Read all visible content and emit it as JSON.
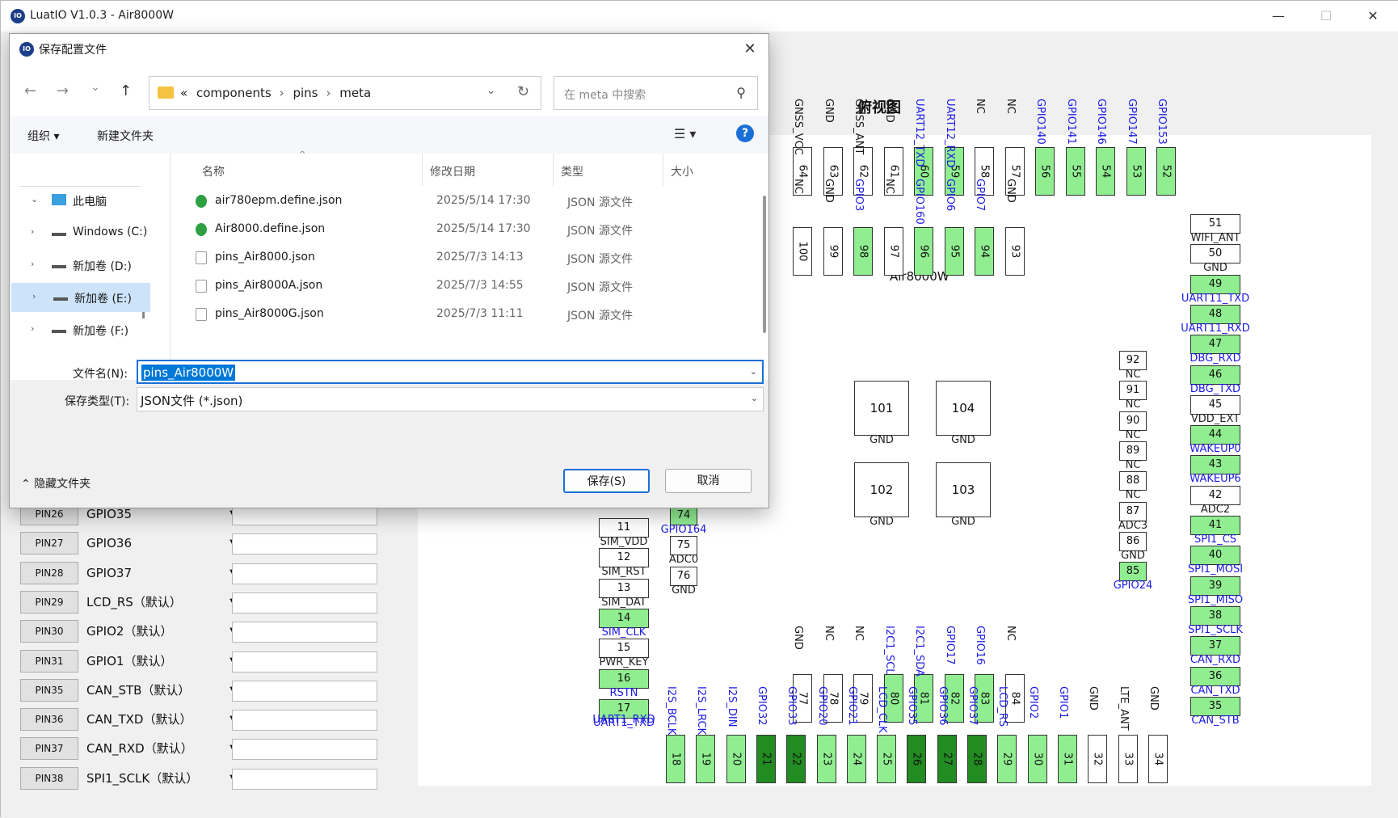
{
  "window": {
    "title": "LuatIO V1.0.3 - Air8000W",
    "minimize": "—",
    "maximize": "☐",
    "close": "✕",
    "icon_text": "IO"
  },
  "diagram": {
    "title": "俯视图",
    "chip_name": "Air8000W",
    "top_row": [
      {
        "num": "64",
        "label": "GNSS_VCC",
        "color": "white"
      },
      {
        "num": "63",
        "label": "GND",
        "color": "white"
      },
      {
        "num": "62",
        "label": "GNSS_ANT",
        "color": "white"
      },
      {
        "num": "61",
        "label": "GND",
        "color": "white"
      },
      {
        "num": "60",
        "label": "UART12_TXD",
        "color": "green"
      },
      {
        "num": "59",
        "label": "UART12_RXD",
        "color": "green"
      },
      {
        "num": "58",
        "label": "NC",
        "color": "white"
      },
      {
        "num": "57",
        "label": "NC",
        "color": "white"
      },
      {
        "num": "56",
        "label": "GPIO140",
        "color": "green"
      },
      {
        "num": "55",
        "label": "GPIO141",
        "color": "green"
      },
      {
        "num": "54",
        "label": "GPIO146",
        "color": "green"
      },
      {
        "num": "53",
        "label": "GPIO147",
        "color": "green"
      },
      {
        "num": "52",
        "label": "GPIO153",
        "color": "green"
      }
    ],
    "inner_top_row": [
      {
        "num": "100",
        "label": "NC",
        "color": "white"
      },
      {
        "num": "99",
        "label": "GND",
        "color": "white"
      },
      {
        "num": "98",
        "label": "GPIO3",
        "color": "green"
      },
      {
        "num": "97",
        "label": "NC",
        "color": "white"
      },
      {
        "num": "96",
        "label": "GPIO160",
        "color": "green"
      },
      {
        "num": "95",
        "label": "GPIO6",
        "color": "green"
      },
      {
        "num": "94",
        "label": "GPIO7",
        "color": "green"
      },
      {
        "num": "93",
        "label": "GND",
        "color": "white"
      }
    ],
    "right_col": [
      {
        "num": "51",
        "label": "WIFI_ANT",
        "color": "white"
      },
      {
        "num": "50",
        "label": "GND",
        "color": "white"
      },
      {
        "num": "49",
        "label": "UART11_TXD",
        "color": "green"
      },
      {
        "num": "48",
        "label": "UART11_RXD",
        "color": "green"
      },
      {
        "num": "47",
        "label": "DBG_RXD",
        "color": "green"
      },
      {
        "num": "46",
        "label": "DBG_TXD",
        "color": "green"
      },
      {
        "num": "45",
        "label": "VDD_EXT",
        "color": "white"
      },
      {
        "num": "44",
        "label": "WAKEUP0",
        "color": "green"
      },
      {
        "num": "43",
        "label": "WAKEUP6",
        "color": "green"
      },
      {
        "num": "42",
        "label": "ADC2",
        "color": "white"
      },
      {
        "num": "41",
        "label": "SPI1_CS",
        "color": "green"
      },
      {
        "num": "40",
        "label": "SPI1_MOSI",
        "color": "green"
      },
      {
        "num": "39",
        "label": "SPI1_MISO",
        "color": "green"
      },
      {
        "num": "38",
        "label": "SPI1_SCLK",
        "color": "green"
      },
      {
        "num": "37",
        "label": "CAN_RXD",
        "color": "green"
      },
      {
        "num": "36",
        "label": "CAN_TXD",
        "color": "green"
      },
      {
        "num": "35",
        "label": "CAN_STB",
        "color": "green"
      }
    ],
    "inner_right_col": [
      {
        "num": "92",
        "label": "NC",
        "color": "white"
      },
      {
        "num": "91",
        "label": "NC",
        "color": "white"
      },
      {
        "num": "90",
        "label": "NC",
        "color": "white"
      },
      {
        "num": "89",
        "label": "NC",
        "color": "white"
      },
      {
        "num": "88",
        "label": "NC",
        "color": "white"
      },
      {
        "num": "87",
        "label": "ADC3",
        "color": "white"
      },
      {
        "num": "86",
        "label": "GND",
        "color": "white"
      },
      {
        "num": "85",
        "label": "GPIO24",
        "color": "green"
      }
    ],
    "center_pads": [
      {
        "num": "101",
        "label": "GND"
      },
      {
        "num": "104",
        "label": "GND"
      },
      {
        "num": "102",
        "label": "GND"
      },
      {
        "num": "103",
        "label": "GND"
      }
    ],
    "left_col": [
      {
        "num": "11",
        "label": "SIM_VDD",
        "color": "white"
      },
      {
        "num": "12",
        "label": "SIM_RST",
        "color": "white"
      },
      {
        "num": "13",
        "label": "SIM_DAT",
        "color": "white"
      },
      {
        "num": "14",
        "label": "SIM_CLK",
        "color": "green"
      },
      {
        "num": "15",
        "label": "PWR_KEY",
        "color": "white"
      },
      {
        "num": "16",
        "label": "RSTN",
        "color": "green"
      },
      {
        "num": "17",
        "label": "UART1_TXD",
        "color": "green"
      }
    ],
    "left_bottom_label": "UART1_RXD",
    "inner_left_col": [
      {
        "num": "74",
        "label": "GPIO164",
        "color": "green"
      },
      {
        "num": "75",
        "label": "ADC0",
        "color": "white"
      },
      {
        "num": "76",
        "label": "GND",
        "color": "white"
      }
    ],
    "inner_bottom_row": [
      {
        "num": "77",
        "label": "GND",
        "color": "white"
      },
      {
        "num": "78",
        "label": "NC",
        "color": "white"
      },
      {
        "num": "79",
        "label": "NC",
        "color": "white"
      },
      {
        "num": "80",
        "label": "I2C1_SCL",
        "color": "green"
      },
      {
        "num": "81",
        "label": "I2C1_SDA",
        "color": "green"
      },
      {
        "num": "82",
        "label": "GPIO17",
        "color": "green"
      },
      {
        "num": "83",
        "label": "GPIO16",
        "color": "green"
      },
      {
        "num": "84",
        "label": "NC",
        "color": "white"
      }
    ],
    "bottom_row": [
      {
        "num": "18",
        "label": "I2S_BCLK",
        "color": "green"
      },
      {
        "num": "19",
        "label": "I2S_LRCK",
        "color": "green"
      },
      {
        "num": "20",
        "label": "I2S_DIN",
        "color": "green"
      },
      {
        "num": "21",
        "label": "GPIO32",
        "color": "darkgreen"
      },
      {
        "num": "22",
        "label": "GPIO33",
        "color": "darkgreen"
      },
      {
        "num": "23",
        "label": "GPIO20",
        "color": "green"
      },
      {
        "num": "24",
        "label": "GPIO21",
        "color": "green"
      },
      {
        "num": "25",
        "label": "LCD_CLK",
        "color": "green"
      },
      {
        "num": "26",
        "label": "GPIO35",
        "color": "darkgreen"
      },
      {
        "num": "27",
        "label": "GPIO36",
        "color": "darkgreen"
      },
      {
        "num": "28",
        "label": "GPIO37",
        "color": "darkgreen"
      },
      {
        "num": "29",
        "label": "LCD_RS",
        "color": "green"
      },
      {
        "num": "30",
        "label": "GPIO2",
        "color": "green"
      },
      {
        "num": "31",
        "label": "GPIO1",
        "color": "green"
      },
      {
        "num": "32",
        "label": "GND",
        "color": "white"
      },
      {
        "num": "33",
        "label": "LTE_ANT",
        "color": "white"
      },
      {
        "num": "34",
        "label": "GND",
        "color": "white"
      }
    ]
  },
  "pin_list": [
    {
      "pin": "PIN26",
      "func": "GPIO35"
    },
    {
      "pin": "PIN27",
      "func": "GPIO36"
    },
    {
      "pin": "PIN28",
      "func": "GPIO37"
    },
    {
      "pin": "PIN29",
      "func": "LCD_RS（默认）"
    },
    {
      "pin": "PIN30",
      "func": "GPIO2（默认）"
    },
    {
      "pin": "PIN31",
      "func": "GPIO1（默认）"
    },
    {
      "pin": "PIN35",
      "func": "CAN_STB（默认）"
    },
    {
      "pin": "PIN36",
      "func": "CAN_TXD（默认）"
    },
    {
      "pin": "PIN37",
      "func": "CAN_RXD（默认）"
    },
    {
      "pin": "PIN38",
      "func": "SPI1_SCLK（默认）"
    }
  ],
  "dialog": {
    "title": "保存配置文件",
    "close": "✕",
    "nav": {
      "back": "←",
      "forward": "→",
      "recent": "⌄",
      "up": "↑"
    },
    "breadcrumb": [
      "«",
      "components",
      "pins",
      "meta"
    ],
    "search_placeholder": "在 meta 中搜索",
    "toolbar": {
      "organize": "组织 ▾",
      "new_folder": "新建文件夹",
      "view": "☰ ▾",
      "help": "?"
    },
    "nav_items": [
      {
        "label": "此电脑",
        "expand": "⌄"
      },
      {
        "label": "Windows (C:)",
        "expand": "›"
      },
      {
        "label": "新加卷 (D:)",
        "expand": "›"
      },
      {
        "label": "新加卷 (E:)",
        "expand": "›"
      },
      {
        "label": "新加卷 (F:)",
        "expand": "›"
      }
    ],
    "columns": [
      "名称",
      "修改日期",
      "类型",
      "大小"
    ],
    "files": [
      {
        "name": "air780epm.define.json",
        "date": "2025/5/14 17:30",
        "type": "JSON 源文件",
        "synced": true
      },
      {
        "name": "Air8000.define.json",
        "date": "2025/5/14 17:30",
        "type": "JSON 源文件",
        "synced": true
      },
      {
        "name": "pins_Air8000.json",
        "date": "2025/7/3 14:13",
        "type": "JSON 源文件",
        "synced": false
      },
      {
        "name": "pins_Air8000A.json",
        "date": "2025/7/3 14:55",
        "type": "JSON 源文件",
        "synced": false
      },
      {
        "name": "pins_Air8000G.json",
        "date": "2025/7/3 11:11",
        "type": "JSON 源文件",
        "synced": false
      }
    ],
    "filename_label": "文件名(N):",
    "filename_value": "pins_Air8000W",
    "filetype_label": "保存类型(T):",
    "filetype_value": "JSON文件 (*.json)",
    "hide_folders": "隐藏文件夹",
    "save_button": "保存(S)",
    "cancel_button": "取消"
  }
}
